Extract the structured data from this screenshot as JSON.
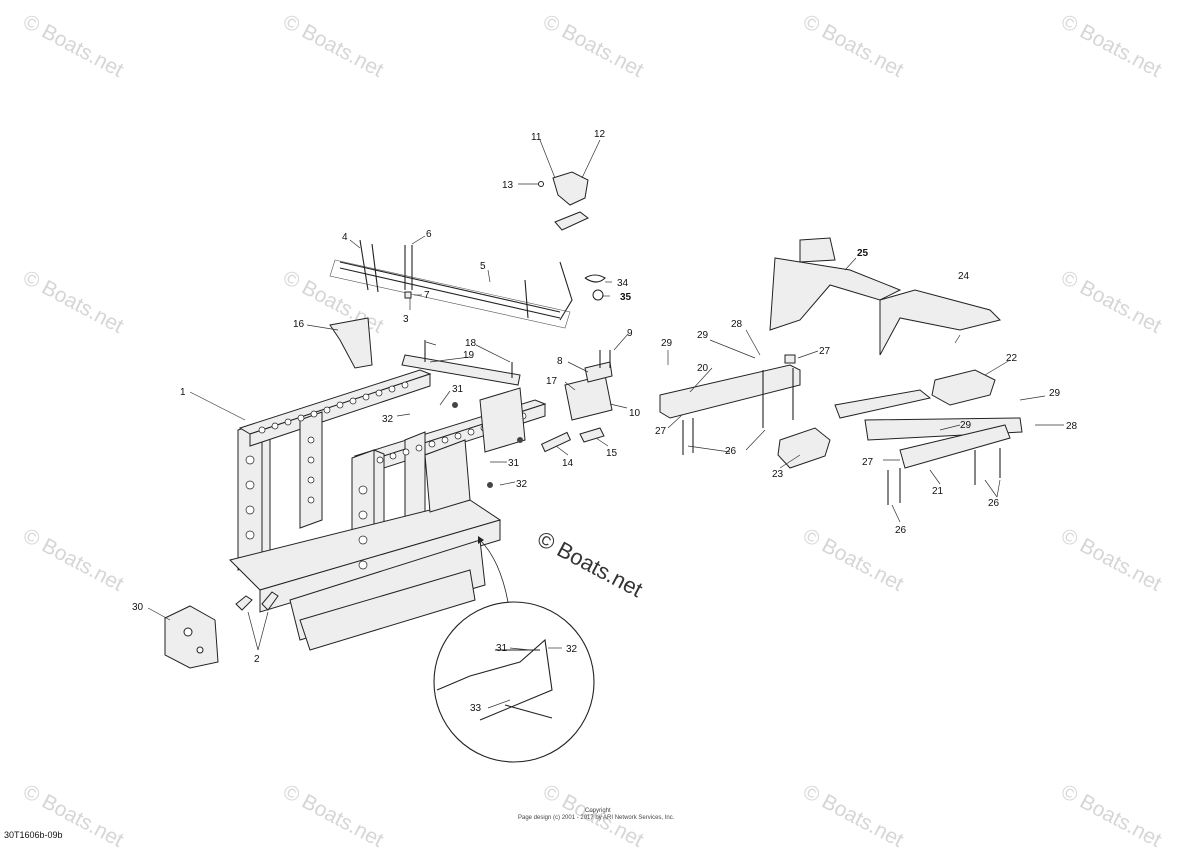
{
  "watermark_text": "© Boats.net",
  "diagram_code": "30T1606b-09b",
  "copyright": {
    "line1": "Copyright",
    "line2": "Page design (c) 2001 - 2017 by ARI Network Services, Inc."
  },
  "callouts": [
    "1",
    "2",
    "3",
    "4",
    "5",
    "6",
    "7",
    "8",
    "9",
    "10",
    "11",
    "12",
    "13",
    "14",
    "15",
    "16",
    "17",
    "18",
    "19",
    "20",
    "21",
    "22",
    "23",
    "24",
    "25",
    "26",
    "27",
    "28",
    "29",
    "30",
    "31",
    "32",
    "33",
    "34",
    "35"
  ]
}
